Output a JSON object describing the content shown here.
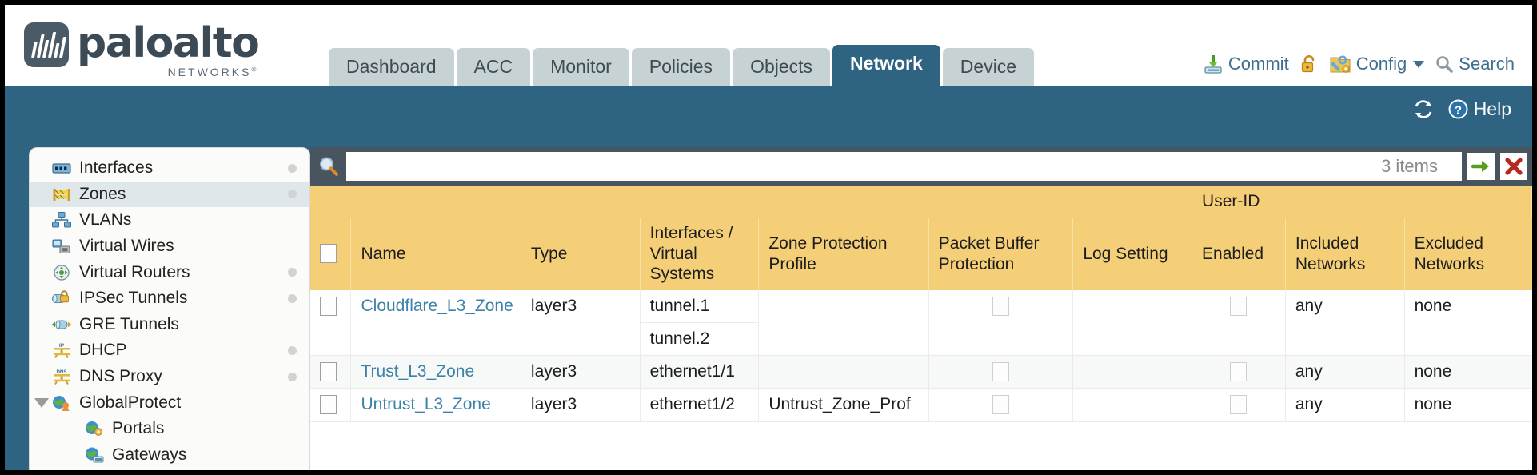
{
  "brand": {
    "name": "paloalto",
    "sub": "NETWORKS",
    "registered": "®"
  },
  "tabs": [
    {
      "label": "Dashboard",
      "active": false
    },
    {
      "label": "ACC",
      "active": false
    },
    {
      "label": "Monitor",
      "active": false
    },
    {
      "label": "Policies",
      "active": false
    },
    {
      "label": "Objects",
      "active": false
    },
    {
      "label": "Network",
      "active": true
    },
    {
      "label": "Device",
      "active": false
    }
  ],
  "utilities": {
    "commit": "Commit",
    "config": "Config",
    "search": "Search",
    "lock_icon": "lock-icon",
    "commit_icon": "commit-icon",
    "config_icon": "config-icon",
    "search_icon": "search-icon"
  },
  "bluebar": {
    "refresh_icon": "refresh-icon",
    "help": "Help",
    "help_icon": "help-icon"
  },
  "sidebar": {
    "items": [
      {
        "label": "Interfaces",
        "icon": "interfaces-icon",
        "selected": false,
        "dot": true,
        "child": false,
        "expander": false
      },
      {
        "label": "Zones",
        "icon": "zones-icon",
        "selected": true,
        "dot": true,
        "child": false,
        "expander": false
      },
      {
        "label": "VLANs",
        "icon": "vlans-icon",
        "selected": false,
        "dot": false,
        "child": false,
        "expander": false
      },
      {
        "label": "Virtual Wires",
        "icon": "virtual-wires-icon",
        "selected": false,
        "dot": false,
        "child": false,
        "expander": false
      },
      {
        "label": "Virtual Routers",
        "icon": "virtual-routers-icon",
        "selected": false,
        "dot": true,
        "child": false,
        "expander": false
      },
      {
        "label": "IPSec Tunnels",
        "icon": "ipsec-tunnels-icon",
        "selected": false,
        "dot": true,
        "child": false,
        "expander": false
      },
      {
        "label": "GRE Tunnels",
        "icon": "gre-tunnels-icon",
        "selected": false,
        "dot": false,
        "child": false,
        "expander": false
      },
      {
        "label": "DHCP",
        "icon": "dhcp-icon",
        "selected": false,
        "dot": true,
        "child": false,
        "expander": false
      },
      {
        "label": "DNS Proxy",
        "icon": "dns-proxy-icon",
        "selected": false,
        "dot": true,
        "child": false,
        "expander": false
      },
      {
        "label": "GlobalProtect",
        "icon": "globalprotect-icon",
        "selected": false,
        "dot": false,
        "child": false,
        "expander": true
      },
      {
        "label": "Portals",
        "icon": "portals-icon",
        "selected": false,
        "dot": false,
        "child": true,
        "expander": false
      },
      {
        "label": "Gateways",
        "icon": "gateways-icon",
        "selected": false,
        "dot": false,
        "child": true,
        "expander": false
      }
    ]
  },
  "search": {
    "value": "",
    "placeholder": "",
    "items_count": "3 items",
    "apply_icon": "apply-filter-icon",
    "clear_icon": "clear-filter-icon",
    "magnifier_icon": "magnifier-icon"
  },
  "table": {
    "group_header": "User-ID",
    "columns": [
      "Name",
      "Type",
      "Interfaces / Virtual Systems",
      "Zone Protection Profile",
      "Packet Buffer Protection",
      "Log Setting",
      "Enabled",
      "Included Networks",
      "Excluded Networks"
    ],
    "columns_multiline": {
      "interfaces": [
        "Interfaces /",
        "Virtual",
        "Systems"
      ],
      "zone_protection": [
        "Zone Protection",
        "Profile"
      ],
      "packet_buffer": [
        "Packet Buffer",
        "Protection"
      ],
      "included": [
        "Included",
        "Networks"
      ],
      "excluded": [
        "Excluded",
        "Networks"
      ]
    },
    "rows": [
      {
        "selected": false,
        "name": "Cloudflare_L3_Zone",
        "type": "layer3",
        "interfaces": [
          "tunnel.1",
          "tunnel.2"
        ],
        "zone_protection_profile": "",
        "packet_buffer_protection": false,
        "log_setting": "",
        "userid_enabled": false,
        "included_networks": "any",
        "excluded_networks": "none"
      },
      {
        "selected": false,
        "name": "Trust_L3_Zone",
        "type": "layer3",
        "interfaces": [
          "ethernet1/1"
        ],
        "zone_protection_profile": "",
        "packet_buffer_protection": false,
        "log_setting": "",
        "userid_enabled": false,
        "included_networks": "any",
        "excluded_networks": "none"
      },
      {
        "selected": false,
        "name": "Untrust_L3_Zone",
        "type": "layer3",
        "interfaces": [
          "ethernet1/2"
        ],
        "zone_protection_profile": "Untrust_Zone_Prof",
        "packet_buffer_protection": false,
        "log_setting": "",
        "userid_enabled": false,
        "included_networks": "any",
        "excluded_networks": "none"
      }
    ]
  },
  "colors": {
    "brand_blue": "#2e6382",
    "tab_inactive": "#c6d2d4",
    "header_gold": "#f5cf78",
    "group_gold": "#e8b84b",
    "link_blue": "#3d81a8",
    "searchbar_dark": "#49555e"
  }
}
